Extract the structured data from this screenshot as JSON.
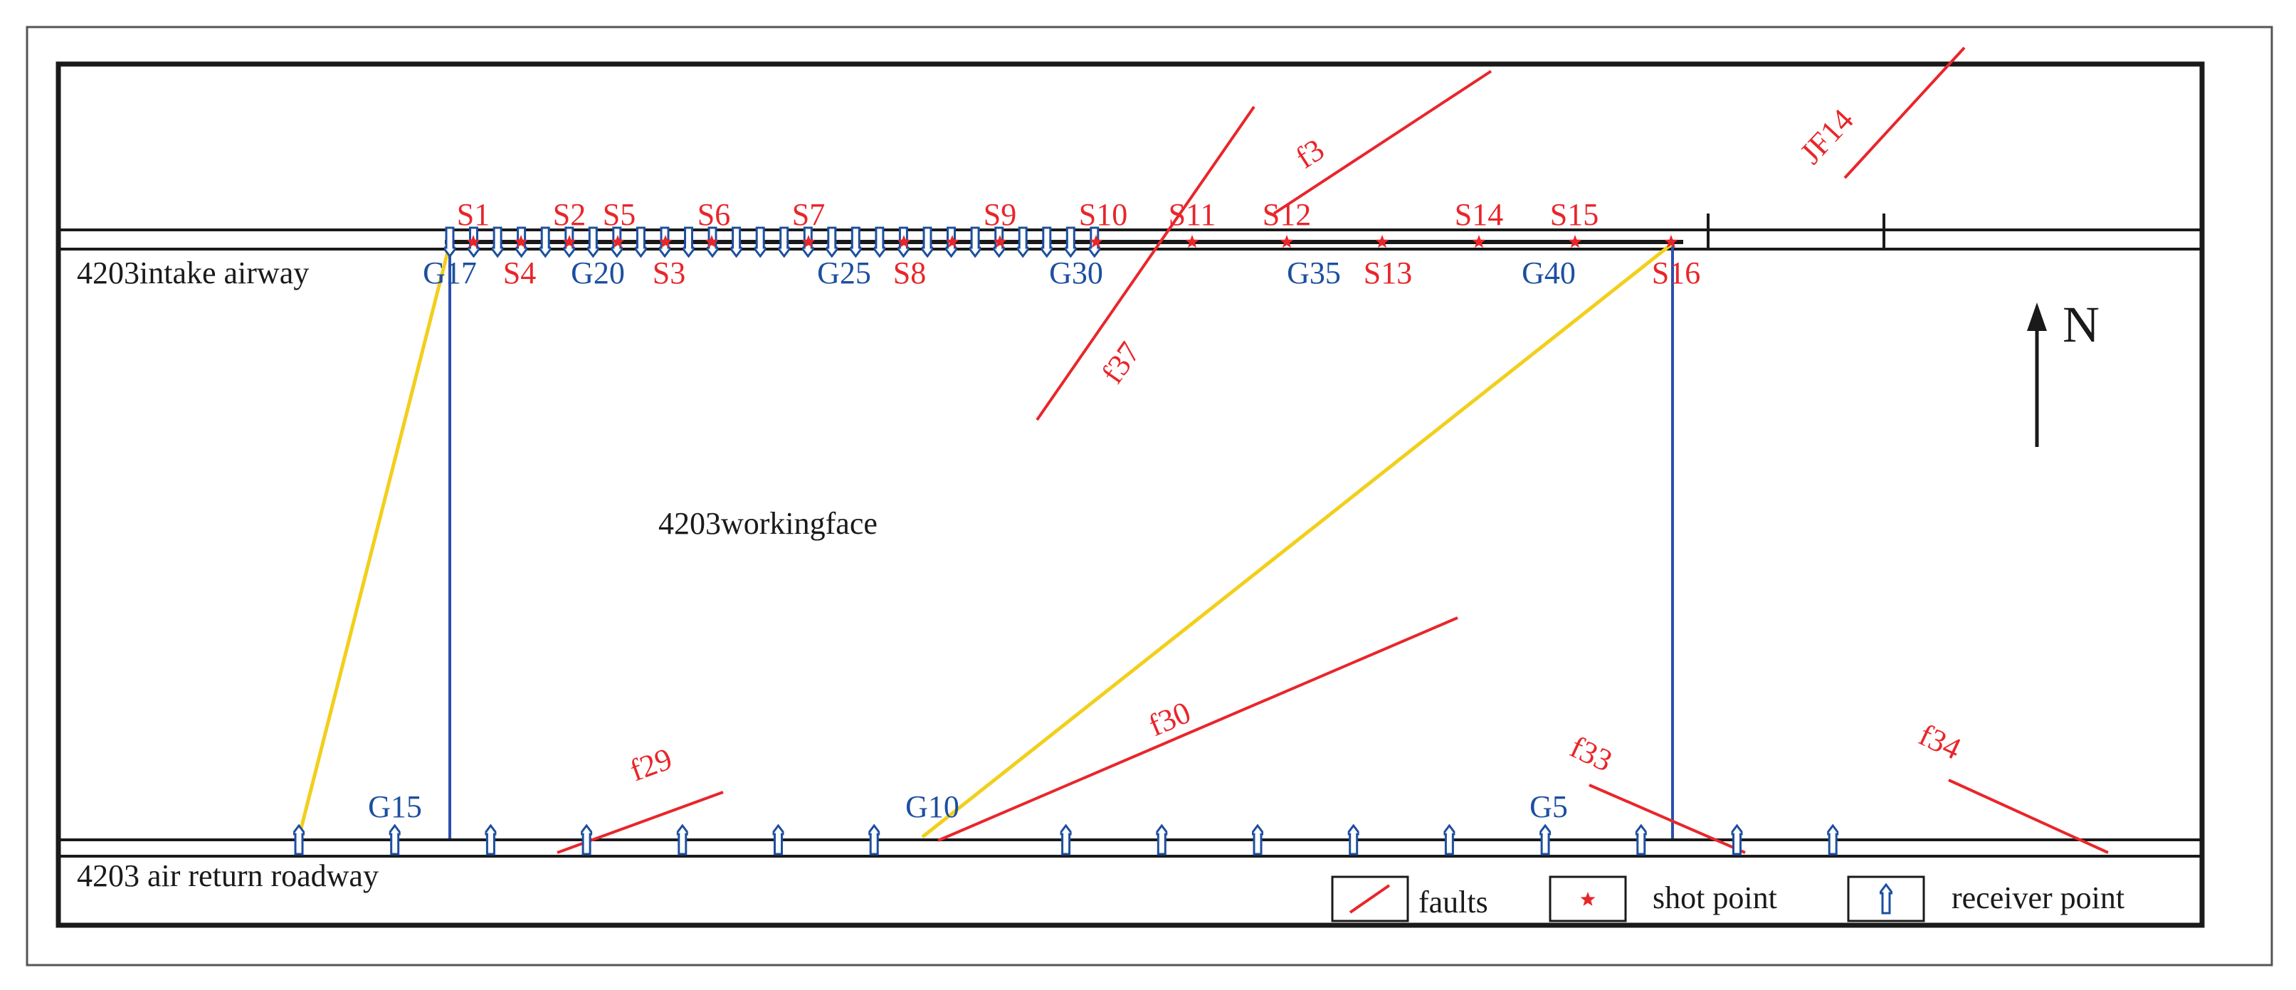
{
  "roadways": {
    "intake": "4203intake airway",
    "return": "4203 air return roadway"
  },
  "working_face_label": "4203workingface",
  "north_label": "N",
  "legend": {
    "faults": "faults",
    "shot_point": "shot point",
    "receiver_point": "receiver point"
  },
  "colors": {
    "fault": "#e8262b",
    "shot": "#e8262b",
    "receiver": "#1c4fa0",
    "ray": "#f2cf1b",
    "frame": "#1a1a1a"
  },
  "shot_labels": [
    {
      "text": "S1",
      "pos": "above"
    },
    {
      "text": "S2",
      "pos": "above"
    },
    {
      "text": "S5",
      "pos": "above"
    },
    {
      "text": "S6",
      "pos": "above"
    },
    {
      "text": "S7",
      "pos": "above"
    },
    {
      "text": "S9",
      "pos": "above"
    },
    {
      "text": "S10",
      "pos": "above"
    },
    {
      "text": "S11",
      "pos": "above"
    },
    {
      "text": "S12",
      "pos": "above"
    },
    {
      "text": "S14",
      "pos": "above"
    },
    {
      "text": "S15",
      "pos": "above"
    },
    {
      "text": "S4",
      "pos": "below"
    },
    {
      "text": "S3",
      "pos": "below"
    },
    {
      "text": "S8",
      "pos": "below"
    },
    {
      "text": "S13",
      "pos": "below"
    },
    {
      "text": "S16",
      "pos": "below"
    }
  ],
  "intake_receiver_labels": [
    "G17",
    "G20",
    "G25",
    "G30",
    "G35",
    "G40"
  ],
  "return_receiver_labels": [
    "G15",
    "G10",
    "G5"
  ],
  "faults": [
    "f3",
    "JF14",
    "f37",
    "f29",
    "f30",
    "f33",
    "f34"
  ]
}
